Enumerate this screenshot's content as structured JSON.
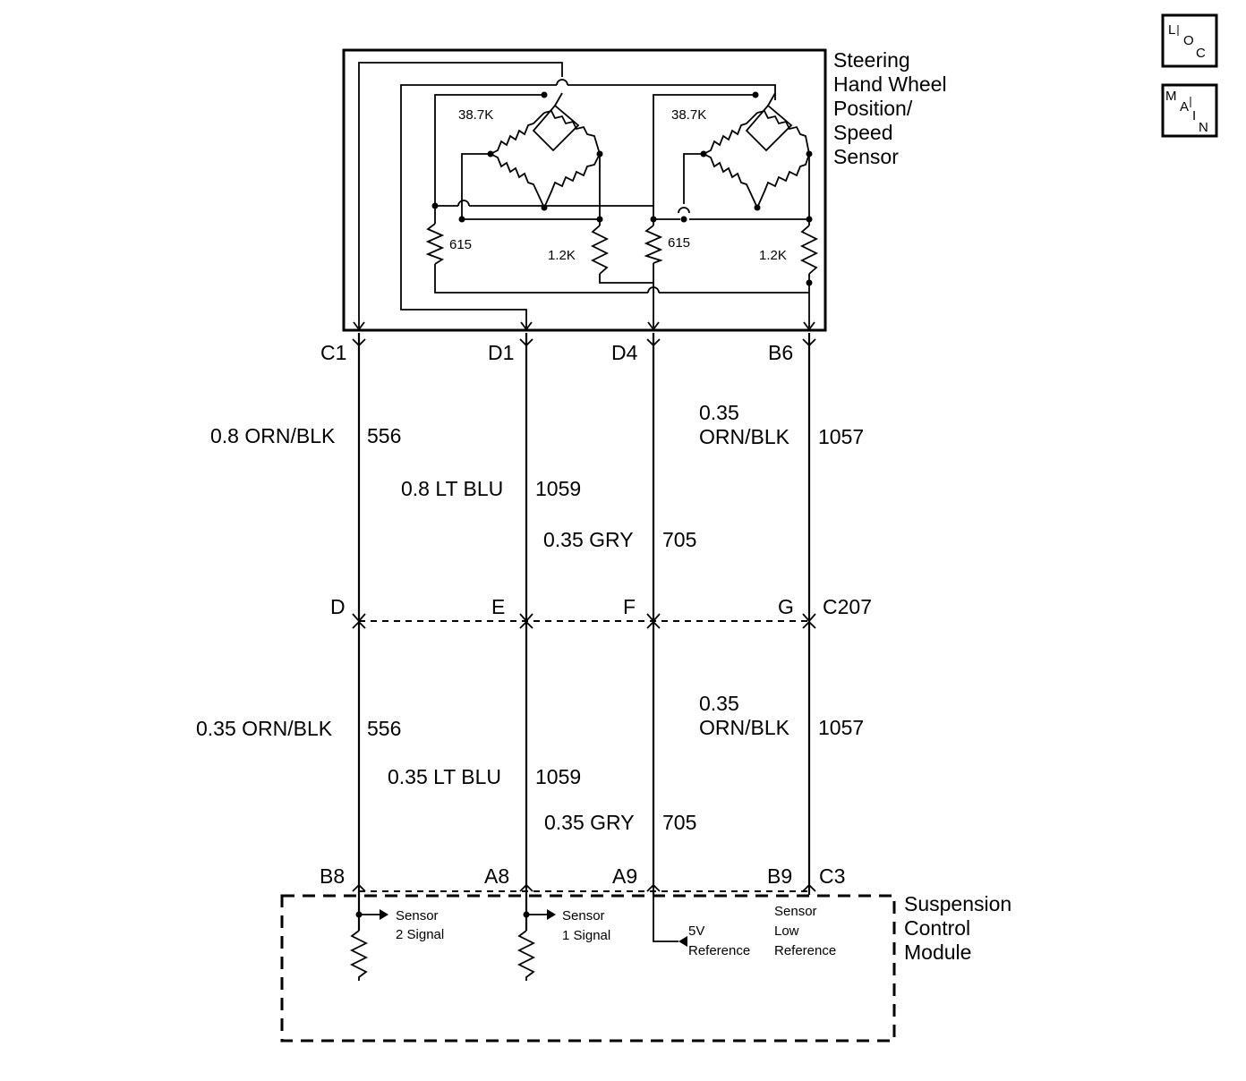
{
  "corner_buttons": {
    "loc": [
      "L",
      "O",
      "C"
    ],
    "main": [
      "M",
      "A",
      "I",
      "N"
    ]
  },
  "sensor": {
    "title_lines": [
      "Steering",
      "Hand Wheel",
      "Position/",
      "Speed",
      "Sensor"
    ],
    "resistors": {
      "bridge_left": "38.7K",
      "bridge_right": "38.7K",
      "r615_left": "615",
      "r615_right": "615",
      "r12k_left": "1.2K",
      "r12k_right": "1.2K"
    },
    "terminals": [
      "C1",
      "D1",
      "D4",
      "B6"
    ]
  },
  "upper_wires": {
    "w556": {
      "gauge_color": "0.8 ORN/BLK",
      "circuit": "556"
    },
    "w1059": {
      "gauge_color": "0.8 LT BLU",
      "circuit": "1059"
    },
    "w705": {
      "gauge_color": "0.35 GRY",
      "circuit": "705"
    },
    "w1057": {
      "gauge": "0.35",
      "color": "ORN/BLK",
      "circuit": "1057"
    }
  },
  "connector": {
    "name": "C207",
    "pins": [
      "D",
      "E",
      "F",
      "G"
    ]
  },
  "lower_wires": {
    "w556": {
      "gauge_color": "0.35 ORN/BLK",
      "circuit": "556"
    },
    "w1059": {
      "gauge_color": "0.35 LT BLU",
      "circuit": "1059"
    },
    "w705": {
      "gauge_color": "0.35 GRY",
      "circuit": "705"
    },
    "w1057": {
      "gauge": "0.35",
      "color": "ORN/BLK",
      "circuit": "1057"
    }
  },
  "module": {
    "title_lines": [
      "Suspension",
      "Control",
      "Module"
    ],
    "terminals": [
      "B8",
      "A8",
      "A9",
      "B9"
    ],
    "connector": "C3",
    "signals": {
      "sensor2": [
        "Sensor",
        "2 Signal"
      ],
      "sensor1": [
        "Sensor",
        "1 Signal"
      ],
      "ref5v": [
        "5V",
        "Reference"
      ],
      "low_ref": [
        "Sensor",
        "Low",
        "Reference"
      ]
    }
  }
}
